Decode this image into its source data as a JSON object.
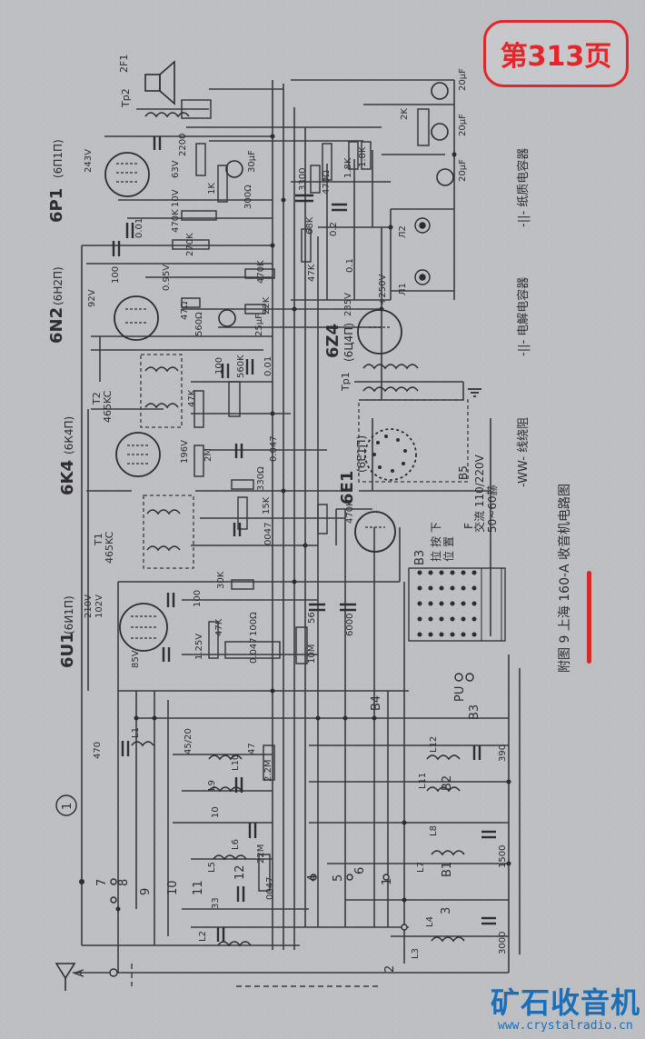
{
  "page_badge": "第313页",
  "watermark": {
    "name": "矿石收音机",
    "url": "www.crystalradio.cn"
  },
  "caption": "附图 9  上海 160-A 收音机电路图",
  "legend": {
    "electrolytic": "-||- 电解电容器",
    "paper": "-||- 纸质电容器",
    "resistor": "-WW- 线绕阻"
  },
  "tubes": [
    {
      "id": "6P1",
      "alt": "(6П1П)"
    },
    {
      "id": "6N2",
      "alt": "(6Н2П)"
    },
    {
      "id": "6K4",
      "alt": "(6К4П)"
    },
    {
      "id": "6U1",
      "alt": "(6И1П)"
    },
    {
      "id": "6Z4",
      "alt": "(6Ц4П)"
    },
    {
      "id": "6E1",
      "alt": "(6Е1П)"
    }
  ],
  "transformers": [
    {
      "id": "T2",
      "freq": "465KC"
    },
    {
      "id": "T1",
      "freq": "465KC"
    },
    {
      "id": "Tp1",
      "freq": ""
    },
    {
      "id": "Tp2",
      "freq": ""
    }
  ],
  "speaker": "2F1",
  "power": {
    "label": "交流 110/220V",
    "freq": "50~60赫",
    "switch": "B5",
    "fuse": "F"
  },
  "bands": [
    "B1",
    "B2",
    "B3",
    "B4"
  ],
  "band_positions": [
    "拉",
    "按",
    "下",
    "位",
    "置"
  ],
  "b3_label": "B3",
  "pu": "PU",
  "antenna": "A",
  "ground_mark": "1",
  "components": [
    "2200",
    "243V",
    "63V",
    "30μF",
    "10V",
    "1K",
    "300Ω",
    "470K",
    "0.01",
    "270K",
    "100",
    "470K",
    "0.95V",
    "92V",
    "560Ω",
    "25μF",
    "22K",
    "47Ω",
    "100",
    "0.01",
    "560K",
    "47K",
    "196V",
    "2M",
    "0.047",
    "330Ω",
    "15K",
    "0047",
    "30K",
    "210V",
    "102V",
    "85V",
    "100",
    "47K",
    "100Ω",
    "0.047",
    "1.25V",
    "56",
    "10M",
    "6000",
    "470",
    "47",
    "45/20",
    "10",
    "22M",
    "2.2M",
    "0047",
    "33",
    "390",
    "1500",
    "3000",
    "3300",
    "470Ω",
    "68K",
    "0.2",
    "1.8K",
    "1.8K",
    "47K",
    "0.1",
    "20μF",
    "20μF",
    "20μF",
    "2K",
    "+250V",
    "235V",
    "470K",
    "Л1",
    "Л2"
  ],
  "coils": [
    "L1",
    "L2",
    "L3",
    "L4",
    "L5",
    "L6",
    "L7",
    "L8",
    "L9",
    "L10",
    "L11",
    "L12"
  ],
  "switch_numbers": [
    "1",
    "2",
    "3",
    "4",
    "5",
    "6",
    "7",
    "8",
    "9",
    "10",
    "11",
    "12"
  ],
  "colors": {
    "paper": "#bdbfc3",
    "ink": "#2d2d30",
    "badge": "#e3262a",
    "watermark": "#1a6fb8",
    "mark": "#d42a2a"
  }
}
